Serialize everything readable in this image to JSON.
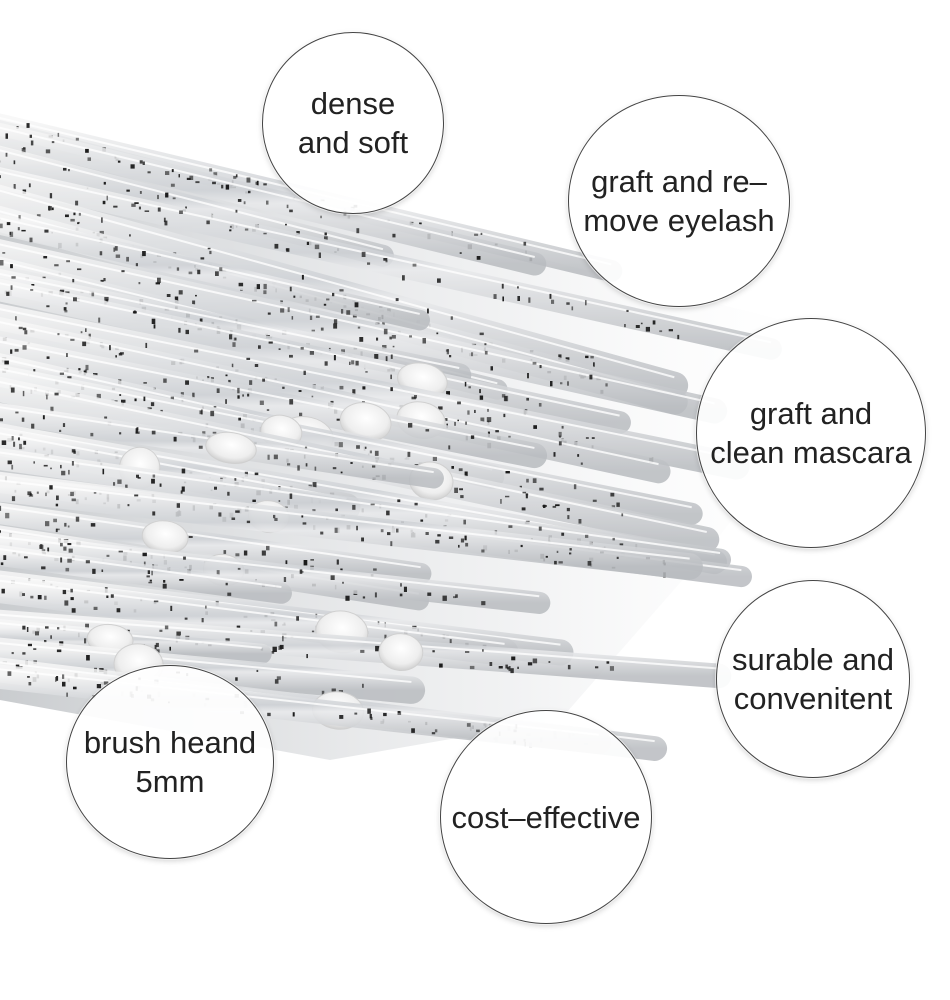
{
  "bubbles": {
    "dense_soft": {
      "line1": "dense",
      "line2": "and soft"
    },
    "graft_remove": {
      "line1": "graft and re–",
      "line2": "move eyelash"
    },
    "graft_clean": {
      "line1": "graft and",
      "line2": "clean mascara"
    },
    "durable": {
      "line1": "surable and",
      "line2": "convenitent"
    },
    "brush_head": {
      "line1": "brush heand",
      "line2": "5mm"
    },
    "cost": {
      "line1": "cost–effective"
    }
  },
  "colors": {
    "background": "#ffffff",
    "ring": "#444444",
    "text": "#222222",
    "wand_tip": "#f4f4f4",
    "speckle": "#1a1a1a"
  },
  "image": {
    "subject": "disposable micro brush applicators with glitter handles"
  }
}
